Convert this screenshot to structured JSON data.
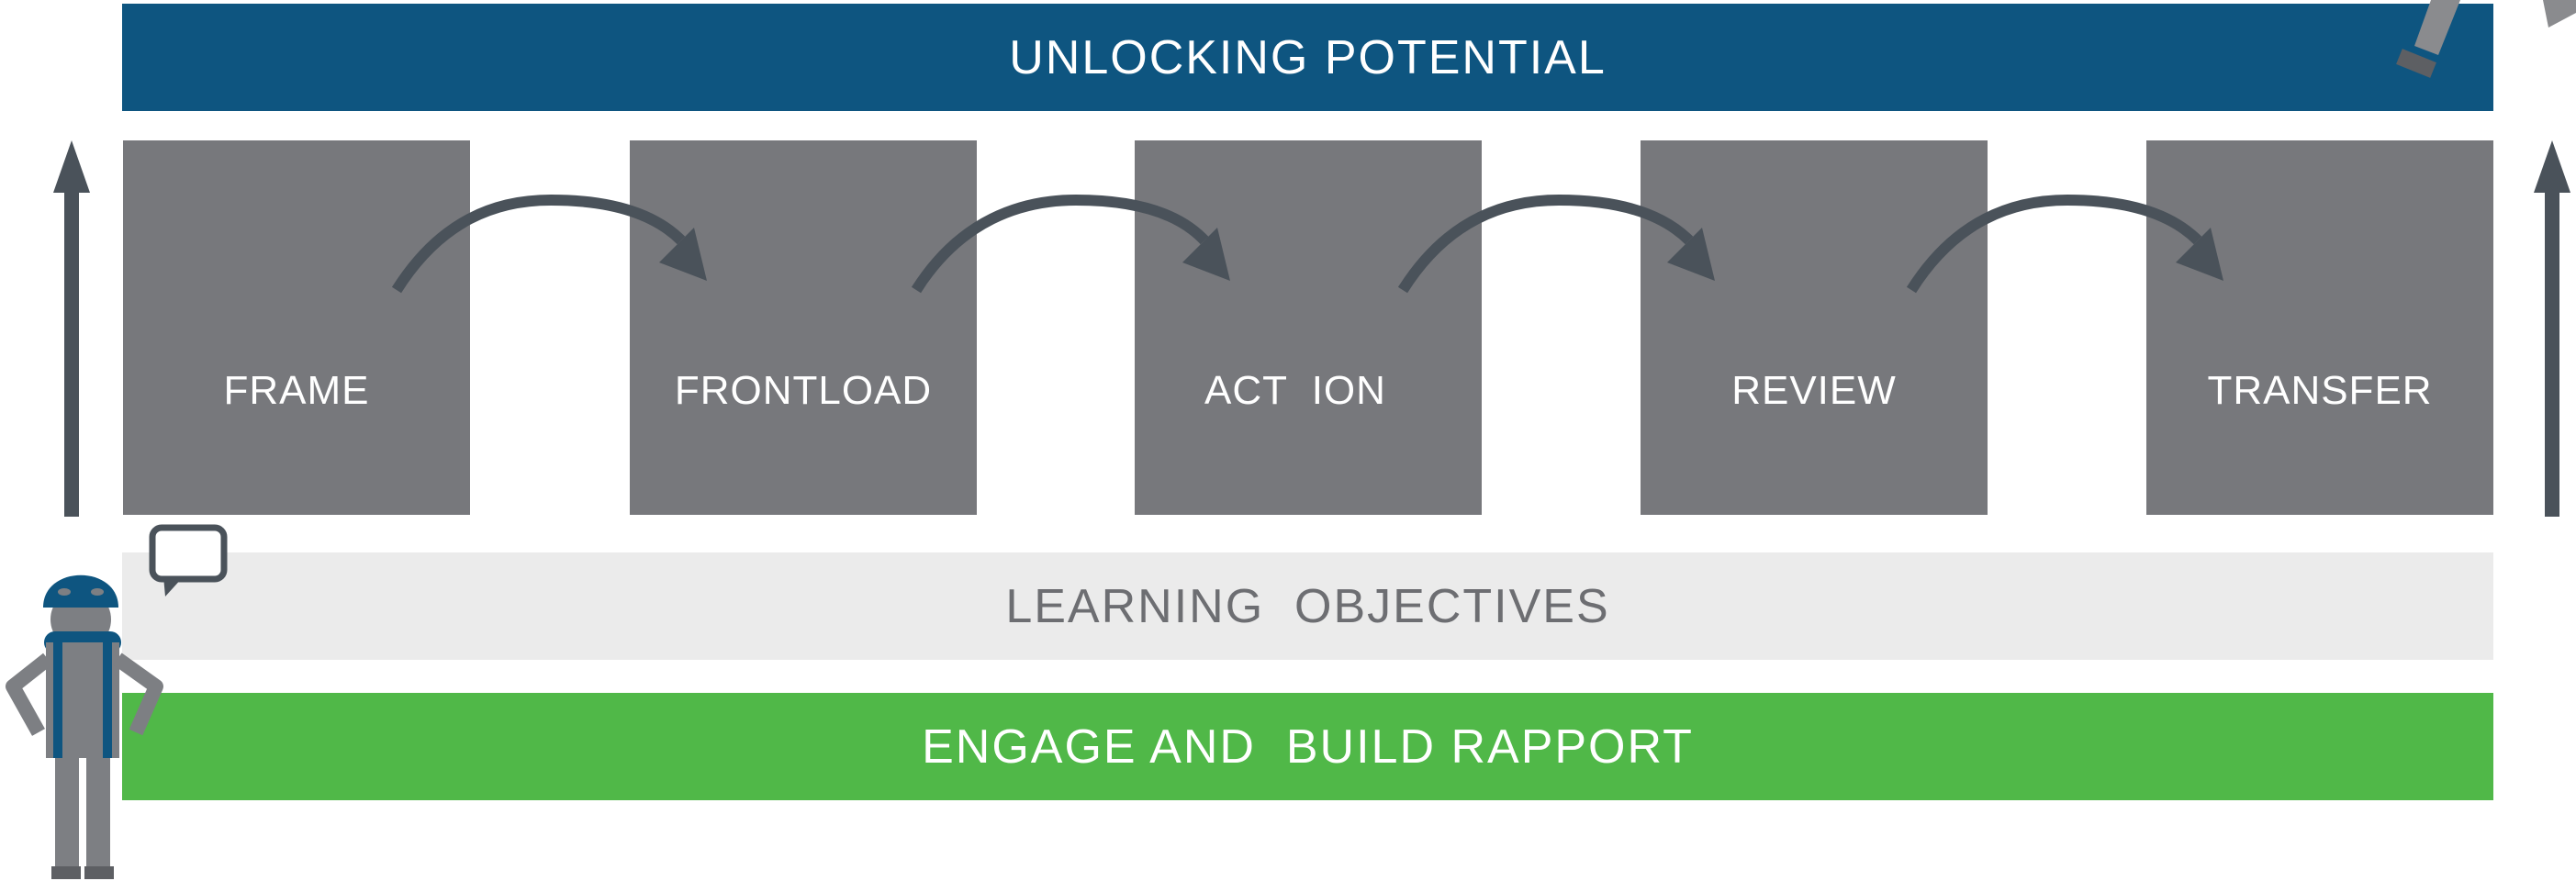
{
  "header": {
    "title": "UNLOCKING POTENTIAL"
  },
  "stages": [
    {
      "label": "FRAME"
    },
    {
      "label": "FRONTLOAD"
    },
    {
      "label": "ACT  ION"
    },
    {
      "label": "REVIEW"
    },
    {
      "label": "TRANSFER"
    }
  ],
  "objectives": {
    "label": "LEARNING  OBJECTIVES"
  },
  "rapport": {
    "label": "ENGAGE AND  BUILD RAPPORT"
  },
  "colors": {
    "header_blue": "#0e5580",
    "stage_gray": "#77787c",
    "objectives_gray": "#ebebeb",
    "engage_green": "#50b848",
    "arrow_dark": "#4a525a"
  },
  "icons": [
    "up-arrow-icon",
    "curved-arrow-icon",
    "speech-bubble-icon",
    "person-icon",
    "flashlight-icon"
  ]
}
